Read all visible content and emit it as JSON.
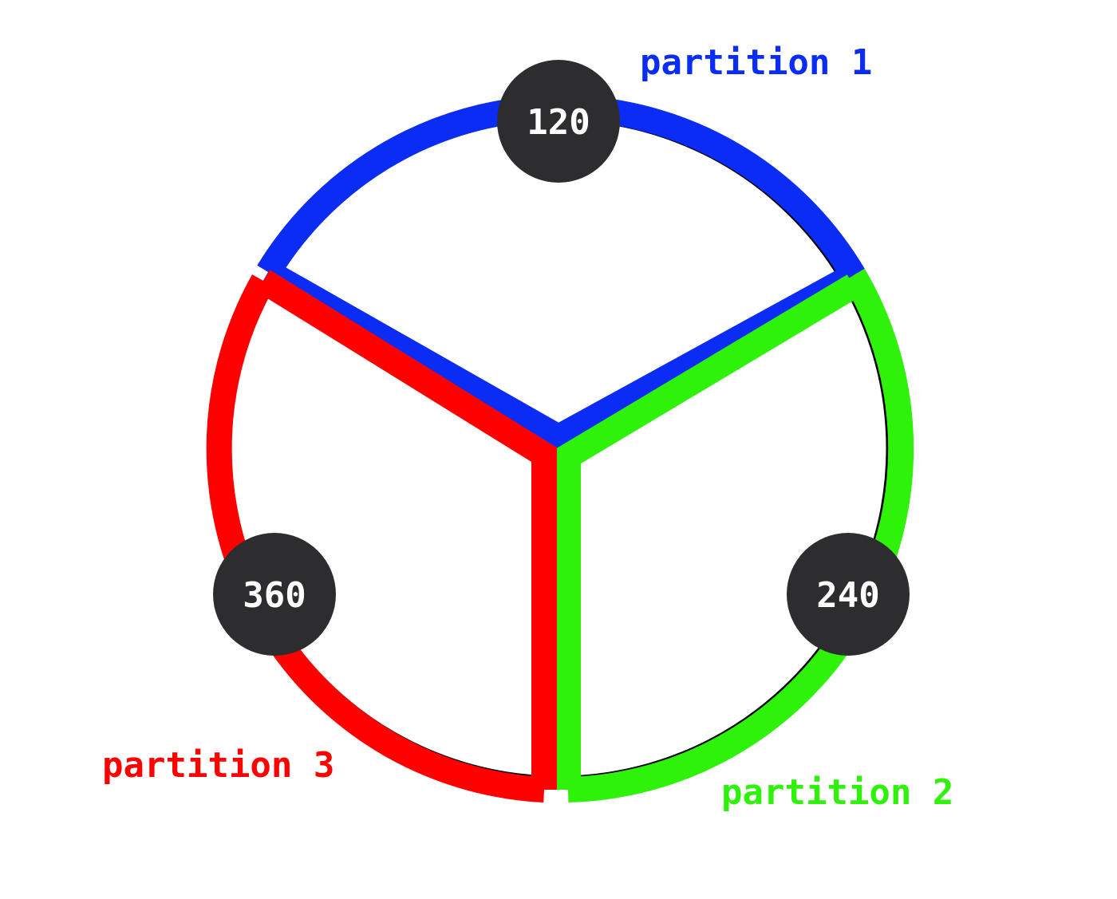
{
  "diagram": {
    "colors": {
      "partition_1": "#0a2cf5",
      "partition_2": "#2ef20a",
      "partition_3": "#ff0000",
      "node_fill": "#2d2c2e",
      "node_text": "#ffffff",
      "outline": "#000000"
    },
    "nodes": [
      {
        "id": "node-120",
        "value": "120"
      },
      {
        "id": "node-240",
        "value": "240"
      },
      {
        "id": "node-360",
        "value": "360"
      }
    ],
    "partitions": [
      {
        "id": "partition-1",
        "label": "partition 1",
        "color": "#0a2cf5"
      },
      {
        "id": "partition-2",
        "label": "partition 2",
        "color": "#2ef20a"
      },
      {
        "id": "partition-3",
        "label": "partition 3",
        "color": "#ff0000"
      }
    ]
  }
}
